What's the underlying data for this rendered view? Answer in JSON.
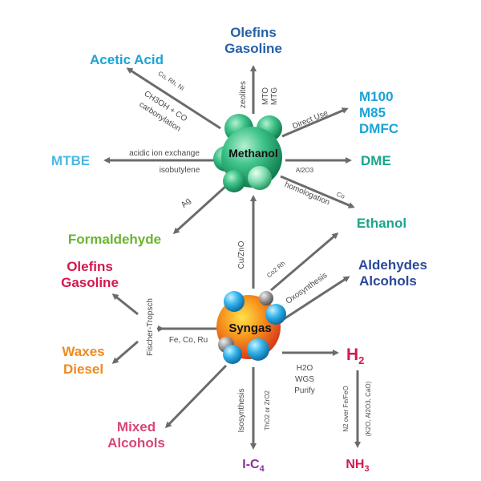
{
  "nodes": {
    "methanol": "Methanol",
    "syngas": "Syngas"
  },
  "products": {
    "olefins_gasoline_top_1": "Olefins",
    "olefins_gasoline_top_2": "Gasoline",
    "acetic_acid": "Acetic Acid",
    "m100": "M100",
    "m85": "M85",
    "dmfc": "DMFC",
    "mtbe": "MTBE",
    "dme": "DME",
    "formaldehyde": "Formaldehyde",
    "ethanol": "Ethanol",
    "olefins_gasoline_left_1": "Olefins",
    "olefins_gasoline_left_2": "Gasoline",
    "aldehydes": "Aldehydes",
    "alcohols": "Alcohols",
    "waxes": "Waxes",
    "diesel": "Diesel",
    "h2_main": "H",
    "h2_sub": "2",
    "mixed_1": "Mixed",
    "mixed_2": "Alcohols",
    "ic4_main": "I-C",
    "ic4_sub": "4",
    "nh3_main": "NH",
    "nh3_sub": "3"
  },
  "labels": {
    "co_rh_ni": "Co, Rh, Ni",
    "ch3oh_co": "CH3OH + CO",
    "carbonylation": "carbonylation",
    "zeolites": "zeolites",
    "mto": "MTO",
    "mtg": "MTG",
    "direct_use": "Direct Use",
    "acidic_ion_exchange": "acidic ion exchange",
    "isobutylene": "isobutylene",
    "al2o3": "Al2O3",
    "homologation": "homologation",
    "co_lbl": "Co",
    "ag": "Ag",
    "cu_zno": "Cu/ZnO",
    "co2_rh": "Co2 Rh",
    "oxosynthesis": "Oxosynthesis",
    "fischer_tropsch": "Fischer-Tropsch",
    "fe_co_ru": "Fe, Co, Ru",
    "h2o": "H2O",
    "wgs": "WGS",
    "purify": "Purify",
    "isosynthesis": "Isosynthesis",
    "tho2_zro2": "ThO2 or ZrO2",
    "n2_over_fe": "N2 over Fe/FeO",
    "k2o": "(K2O, Al2O3, CaO)"
  },
  "colors": {
    "blue_dark": "#2560a8",
    "cyan": "#1aa3d8",
    "teal": "#1aa68a",
    "green": "#6ab52e",
    "red": "#d4184d",
    "orange": "#f08a1e",
    "pink": "#d9457a",
    "purple": "#8b2f9c",
    "arrow": "#6b6b6b"
  }
}
